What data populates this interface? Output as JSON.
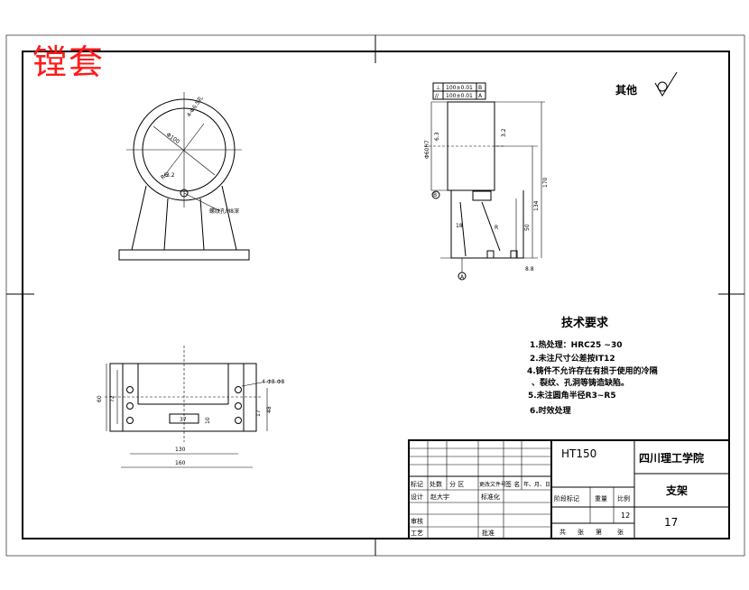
{
  "stamp": "镗套",
  "roughness_label": "其他",
  "tech_requirements": {
    "title": "技术要求",
    "items": [
      "1.热处理：HRC25 ~30",
      "2.未注尺寸公差按IT12",
      "4.铸件不允许存在有损于使用的冷隔",
      "、裂纹、孔洞等铸造缺陷。",
      "5.未注圆角半径R3~R5",
      "6.时效处理"
    ]
  },
  "title_block": {
    "material": "HT150",
    "school": "四川理工学院",
    "part_name": "支架",
    "drawing_no": "17",
    "scale_value": "12",
    "headers_row": [
      "标记",
      "处数",
      "分 区",
      "更改文件号",
      "签 名",
      "年、月、日"
    ],
    "design_row": [
      "设计",
      "赵大宇",
      "标准化"
    ],
    "stage_headers": [
      "阶段标记",
      "重量",
      "比例"
    ],
    "review": "审核",
    "process": "工艺",
    "approve": "批准",
    "sheet_row": [
      "共",
      "张",
      "第",
      "张"
    ]
  },
  "dimensions": {
    "front": [
      "Φ100",
      "4-Φ6.5孔",
      "R6",
      "3.2",
      "螺纹孔M8深"
    ],
    "tolerance": [
      "⊥",
      "100±0.01",
      "B",
      "//",
      "100±0.01",
      "A"
    ],
    "side": [
      "6.3",
      "3.2",
      "Φ60H7",
      "18",
      "50",
      "134",
      "170",
      "R",
      "8.8",
      "B",
      "A"
    ],
    "plan": [
      "4-Φ8-Φ8",
      "60",
      "72",
      "37",
      "17",
      "10",
      "48",
      "130",
      "160"
    ]
  }
}
